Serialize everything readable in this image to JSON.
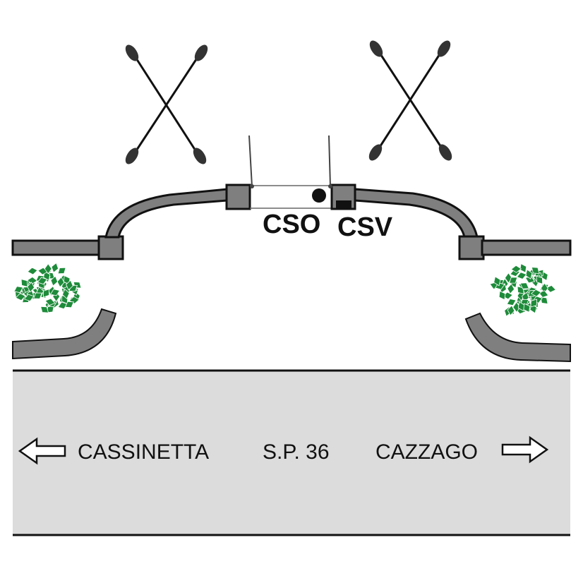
{
  "labels": {
    "cso": "CSO",
    "csv": "CSV"
  },
  "road": {
    "left_destination": "CASSINETTA",
    "road_name": "S.P. 36",
    "right_destination": "CAZZAGO"
  },
  "colors": {
    "road_fill": "#dcdcdc",
    "wall_fill": "#7f7f7f",
    "foliage": "#1e8b3a",
    "line": "#111111",
    "background": "#ffffff"
  },
  "icons": {
    "left_antenna": "crossed-antennas-icon",
    "right_antenna": "crossed-antennas-icon",
    "left_tree": "tree-icon",
    "right_tree": "tree-icon",
    "left_arrow": "arrow-left-icon",
    "right_arrow": "arrow-right-icon"
  }
}
